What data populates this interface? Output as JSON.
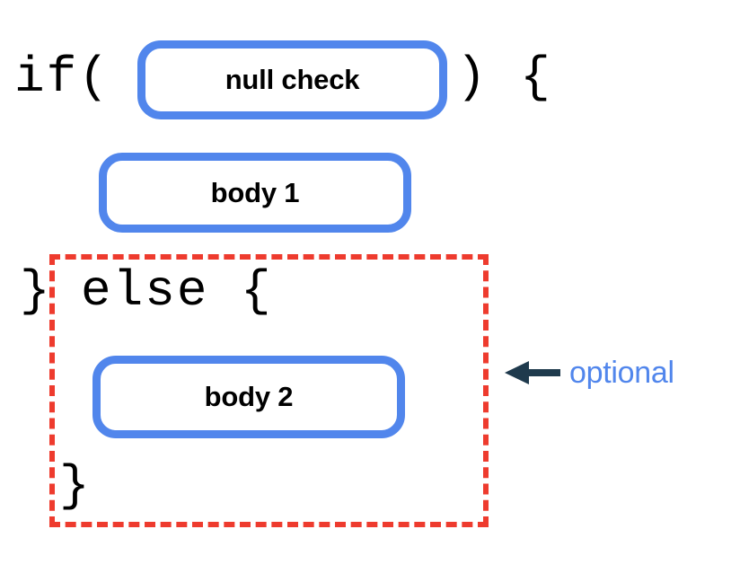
{
  "diagram": {
    "title": "if null check else optional branch structure",
    "background": "#ffffff",
    "colors": {
      "box_border": "#5186EC",
      "optional_region_border": "#EE3B2E",
      "code_text": "#000000",
      "annotation_text": "#5186EC",
      "arrow": "#1F3A4D"
    }
  },
  "code": {
    "if_open": "if(",
    "paren_brace_close": ") {",
    "brace_close_if": "}",
    "else_open": "else {",
    "brace_close_else": "}"
  },
  "boxes": [
    {
      "id": "null-check",
      "label": "null check"
    },
    {
      "id": "body-1",
      "label": "body 1"
    },
    {
      "id": "body-2",
      "label": "body 2"
    }
  ],
  "annotation": {
    "label": "optional",
    "arrow_icon": "arrow-left-icon",
    "arrow_direction": "left"
  }
}
